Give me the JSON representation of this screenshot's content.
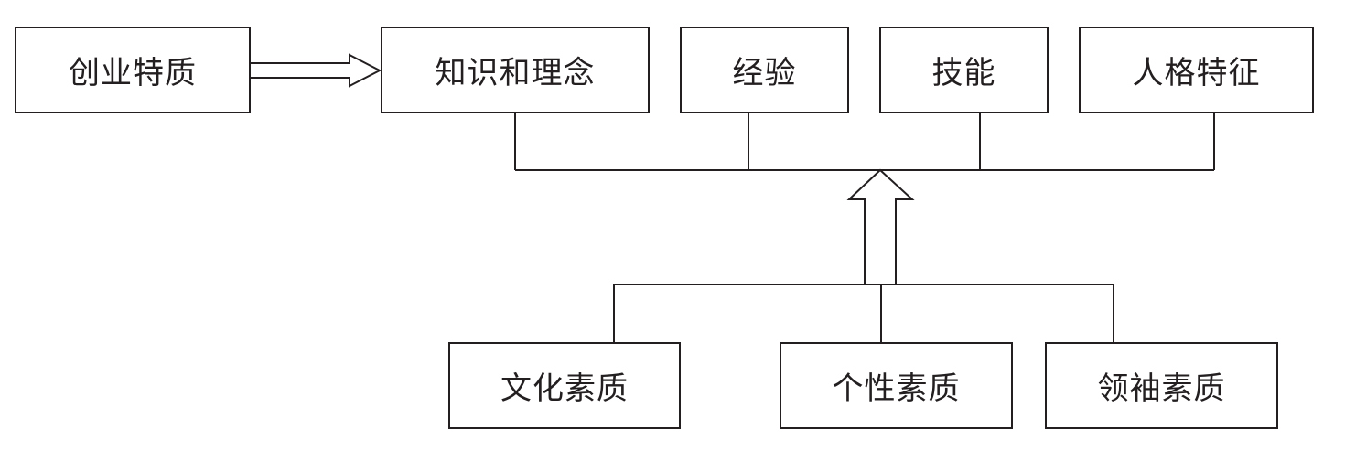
{
  "source": {
    "label": "创业特质"
  },
  "top_nodes": [
    {
      "label": "知识和理念"
    },
    {
      "label": "经验"
    },
    {
      "label": "技能"
    },
    {
      "label": "人格特征"
    }
  ],
  "bottom_nodes": [
    {
      "label": "文化素质"
    },
    {
      "label": "个性素质"
    },
    {
      "label": "领袖素质"
    }
  ],
  "colors": {
    "stroke": "#231f20",
    "background": "#ffffff"
  }
}
